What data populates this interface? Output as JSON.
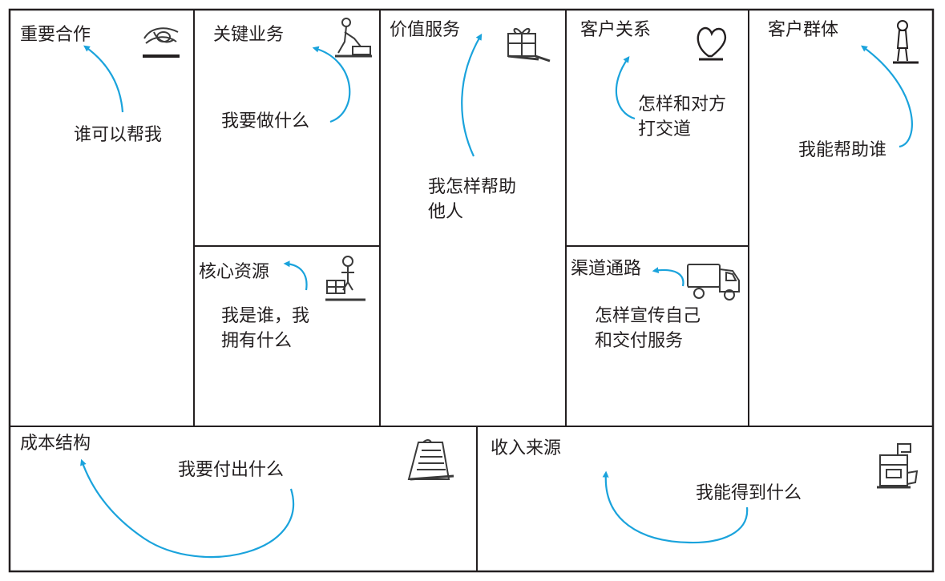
{
  "colors": {
    "border": "#231f20",
    "arrow": "#1aa3dc",
    "icon": "#3a3a3a"
  },
  "blocks": {
    "key_partners": {
      "title": "重要合作",
      "question": "谁可以帮我",
      "icon": "handshake-icon"
    },
    "key_activities": {
      "title": "关键业务",
      "question": "我要做什么",
      "icon": "worker-icon"
    },
    "key_resources": {
      "title": "核心资源",
      "question": "我是谁，我\n拥有什么",
      "icon": "resources-person-icon"
    },
    "value_propositions": {
      "title": "价值服务",
      "question": "我怎样帮助\n他人",
      "icon": "gift-icon"
    },
    "customer_relationships": {
      "title": "客户关系",
      "question": "怎样和对方\n打交道",
      "icon": "heart-icon"
    },
    "channels": {
      "title": "渠道通路",
      "question": "怎样宣传自己\n和交付服务",
      "icon": "truck-icon"
    },
    "customer_segments": {
      "title": "客户群体",
      "question": "我能帮助谁",
      "icon": "person-icon"
    },
    "cost_structure": {
      "title": "成本结构",
      "question": "我要付出什么",
      "icon": "bill-icon"
    },
    "revenue_streams": {
      "title": "收入来源",
      "question": "我能得到什么",
      "icon": "cash-register-icon"
    }
  }
}
